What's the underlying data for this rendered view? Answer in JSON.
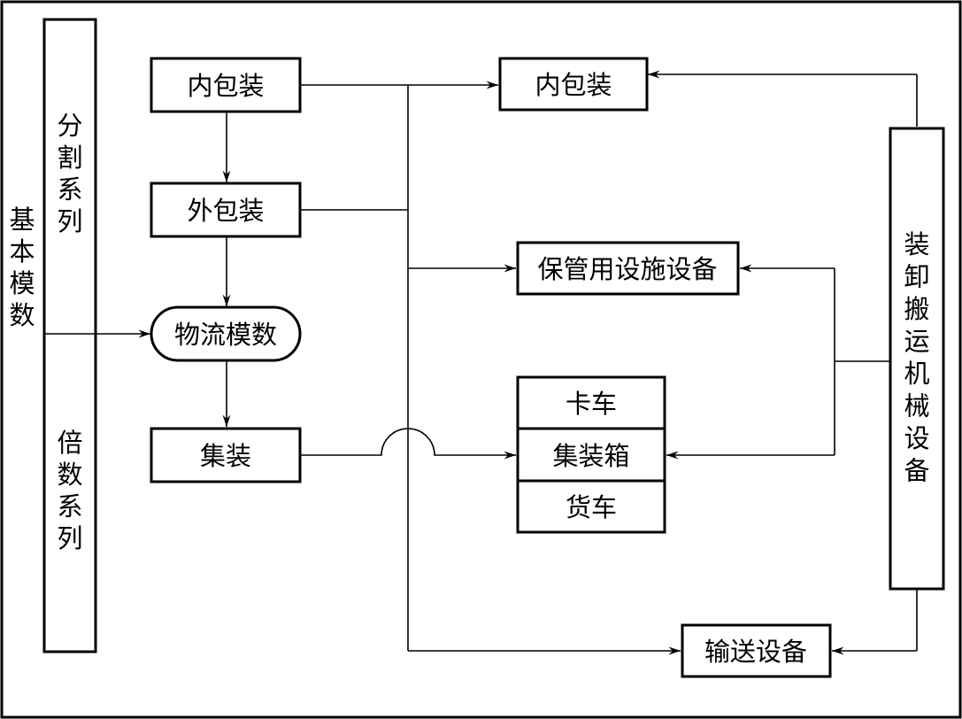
{
  "left": {
    "basic_modulus": "基本模数",
    "split_series": "分割系列",
    "multiple_series": "倍数系列"
  },
  "nodes": {
    "inner_pack_left": "内包装",
    "outer_pack": "外包装",
    "logistics_modulus": "物流模数",
    "consolidation": "集装",
    "inner_pack_right": "内包装",
    "storage_equipment": "保管用设施设备",
    "truck": "卡车",
    "container": "集装箱",
    "freight_car": "货车",
    "conveyor_equipment": "输送设备",
    "handling_machinery": "装卸搬运机械设备"
  }
}
